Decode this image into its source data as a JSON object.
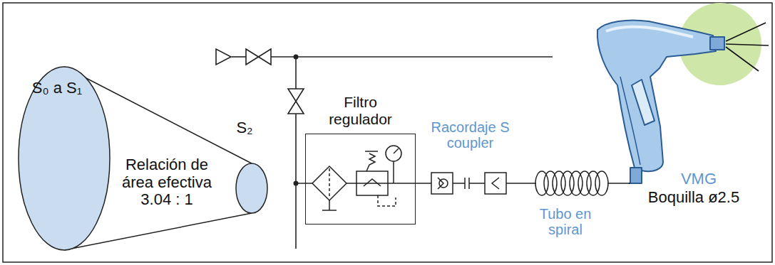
{
  "diagram": {
    "nodes": [
      {
        "text": [
          "Relación de área efectiva 3.04 : 1"
        ]
      },
      {
        "text": [
          "Filtro regulador"
        ]
      }
    ],
    "labels": [
      "S₀ a S₁",
      "S₂",
      "Racordaje S coupler",
      "Tubo en spiral",
      "VMG",
      "Boquilla ø2.5"
    ]
  }
}
